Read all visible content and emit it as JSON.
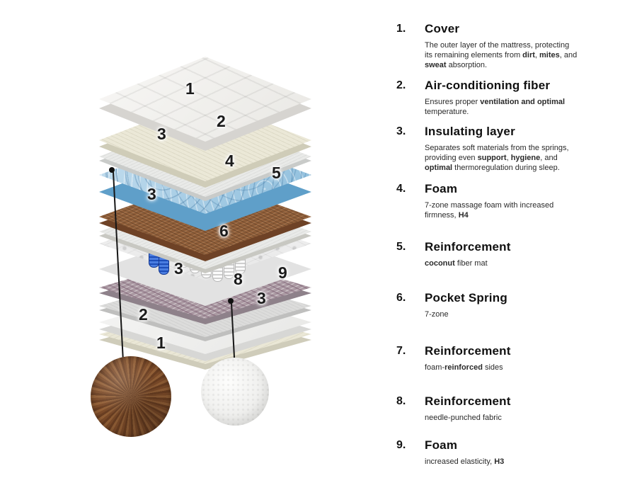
{
  "diagram": {
    "numbers": [
      "1",
      "2",
      "3",
      "4",
      "5",
      "3",
      "6",
      "3",
      "8",
      "9",
      "3",
      "2",
      "1"
    ],
    "callouts": [
      {
        "name": "coconut-fiber-sample"
      },
      {
        "name": "foam-sample"
      }
    ]
  },
  "legend": {
    "items": [
      {
        "num": "1.",
        "title": "Cover",
        "desc": "The outer layer of the mattress, protecting its remaining elements from <b>dirt</b>, <b>mites</b>, and <b>sweat</b> absorption."
      },
      {
        "num": "2.",
        "title": "Air-conditioning fiber",
        "desc": "Ensures proper <b>ventilation and optimal</b> temperature."
      },
      {
        "num": "3.",
        "title": "Insulating layer",
        "desc": "Separates soft materials from the springs, providing even <b>support</b>, <b>hygiene</b>, and <b>optimal</b> thermoregulation during sleep."
      },
      {
        "num": "4.",
        "title": "Foam",
        "desc": "7-zone massage foam with increased firmness, <b>H4</b>"
      },
      {
        "num": "5.",
        "title": "Reinforcement",
        "desc": "<b>coconut</b> fiber mat"
      },
      {
        "num": "6.",
        "title": "Pocket Spring",
        "desc": "7-zone"
      },
      {
        "num": "7.",
        "title": "Reinforcement",
        "desc": "foam-<b>reinforced</b> sides"
      },
      {
        "num": "8.",
        "title": "Reinforcement",
        "desc": "needle-punched fabric"
      },
      {
        "num": "9.",
        "title": "Foam",
        "desc": "increased elasticity, <b>H3</b>"
      }
    ]
  }
}
